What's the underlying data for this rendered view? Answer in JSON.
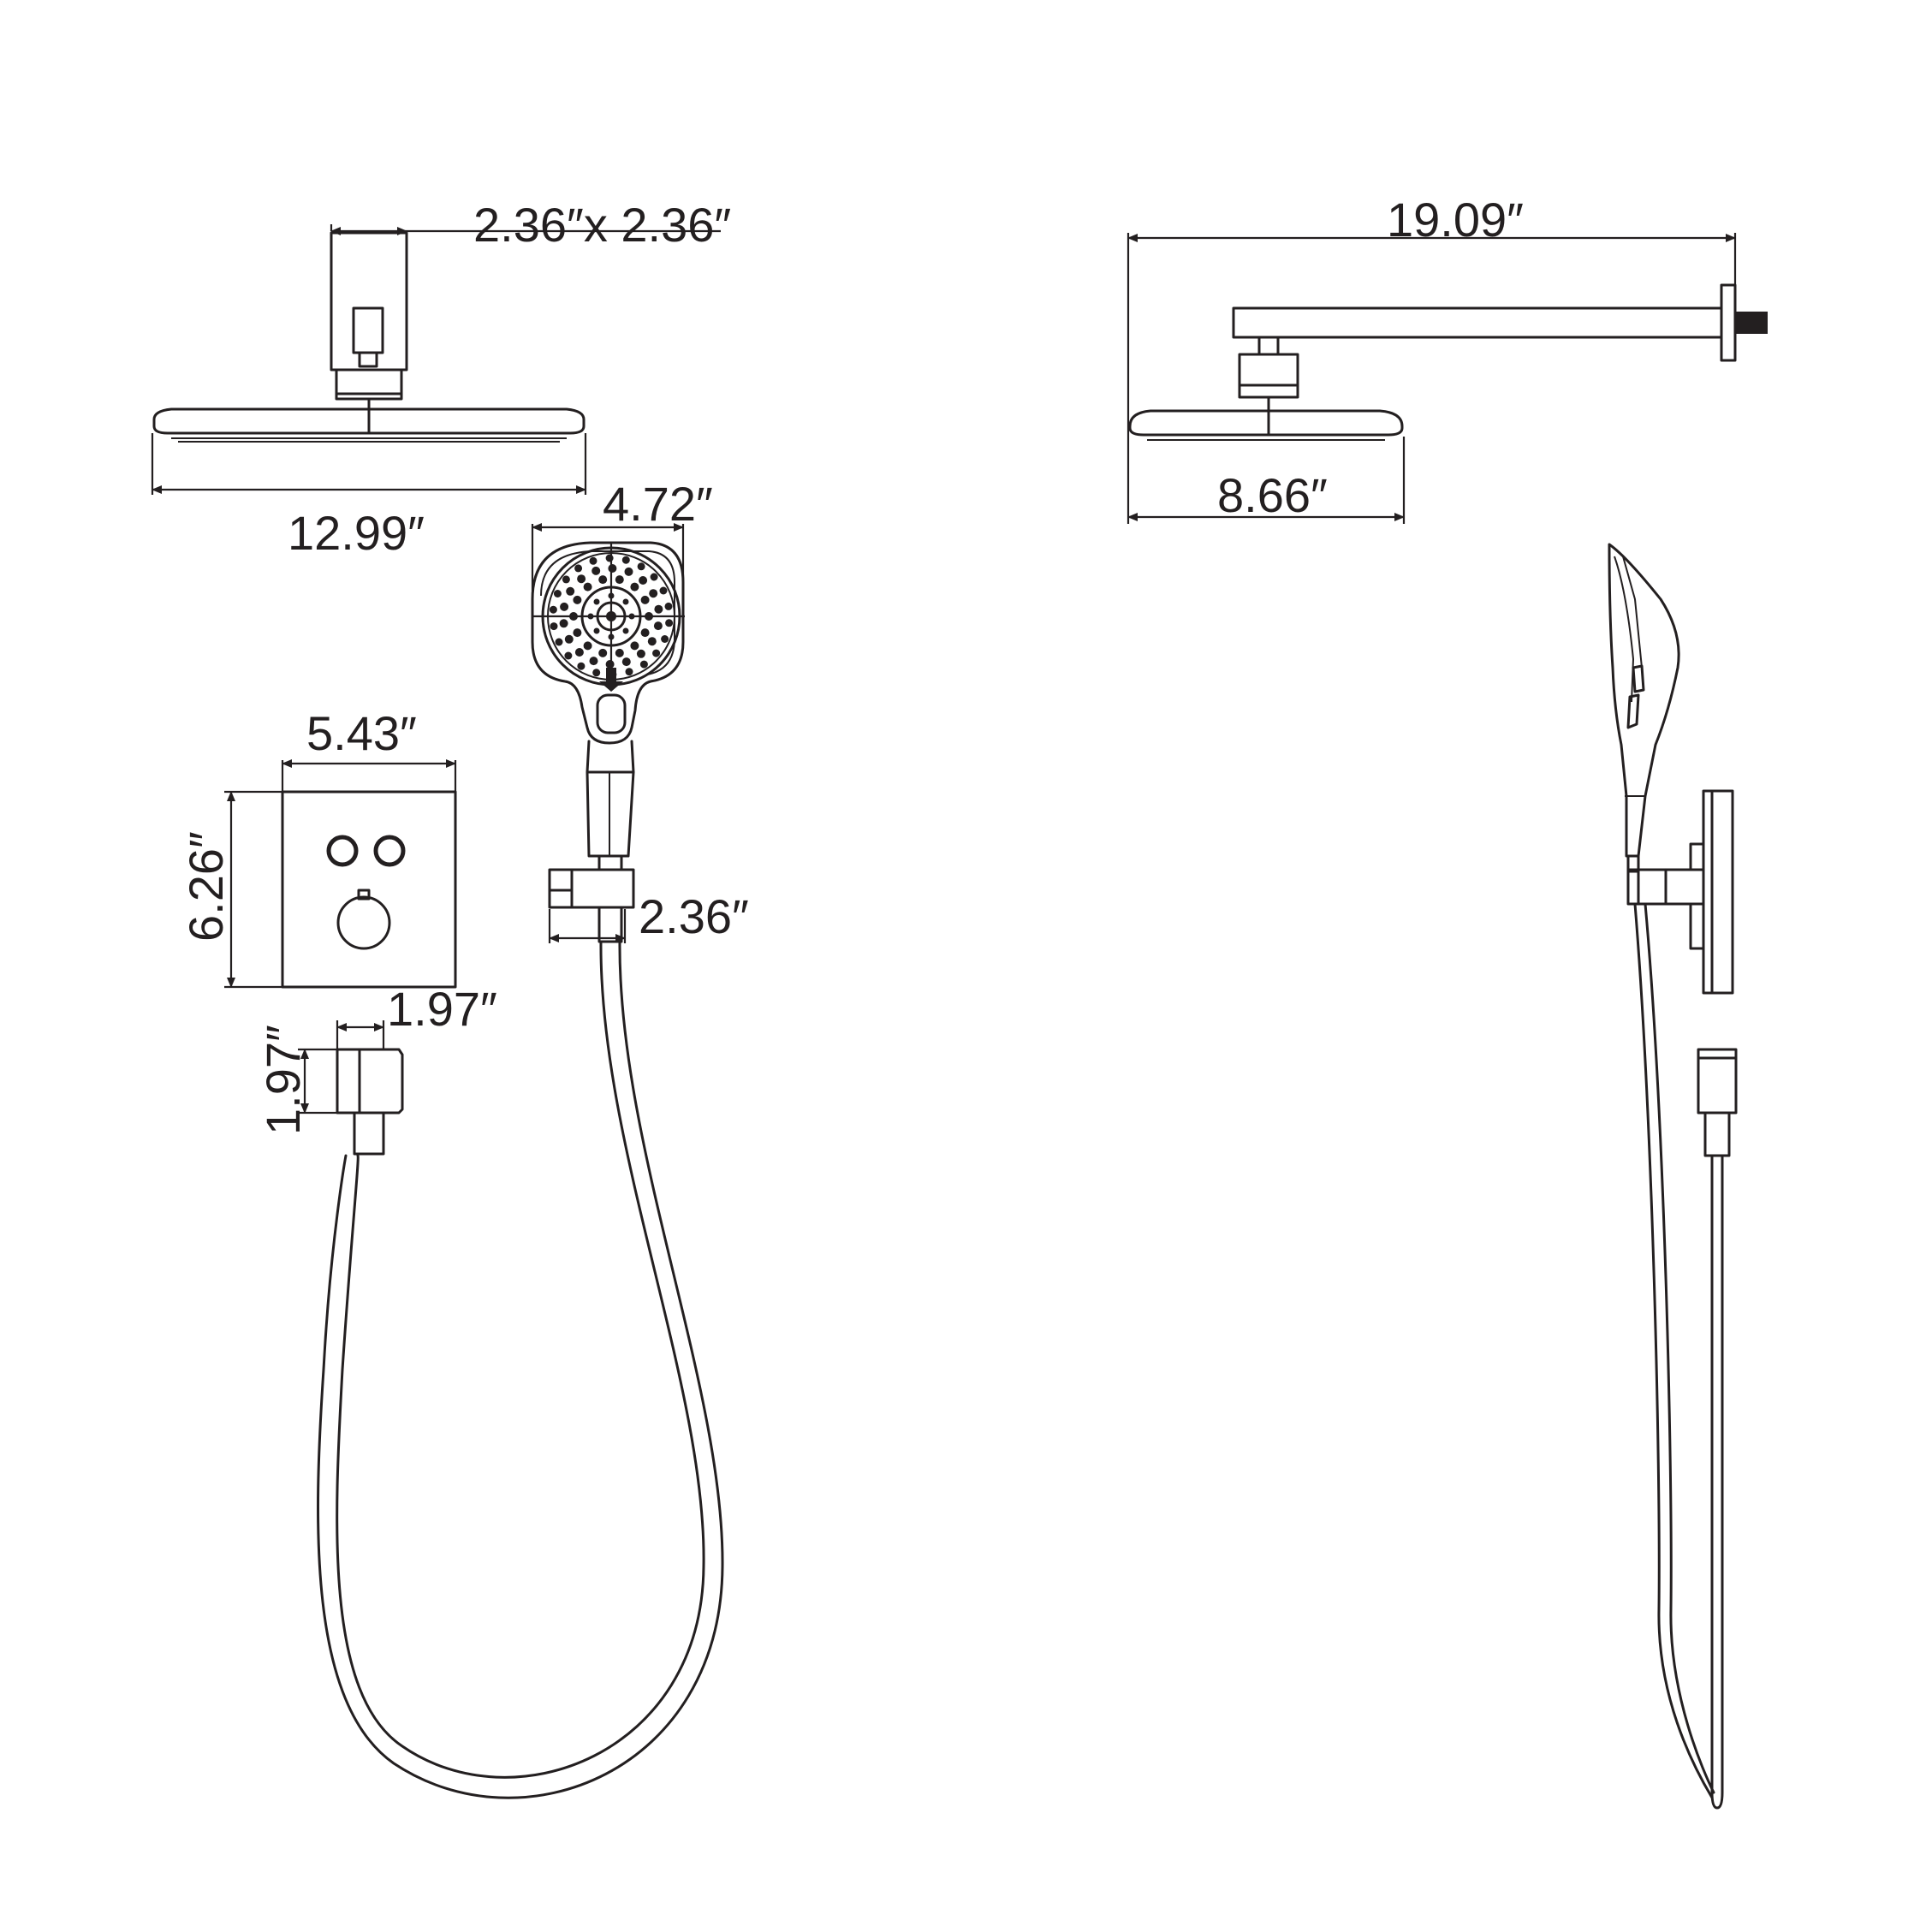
{
  "dimensions": {
    "arm_flange": "2.36″x 2.36″",
    "head_width_front": "12.99″",
    "overall_reach": "19.09″",
    "head_width_side": "8.66″",
    "handshower_width": "4.72″",
    "valve_width": "5.43″",
    "valve_height": "6.26″",
    "holder_width": "2.36″",
    "elbow_width": "1.97″",
    "elbow_height": "1.97″"
  }
}
